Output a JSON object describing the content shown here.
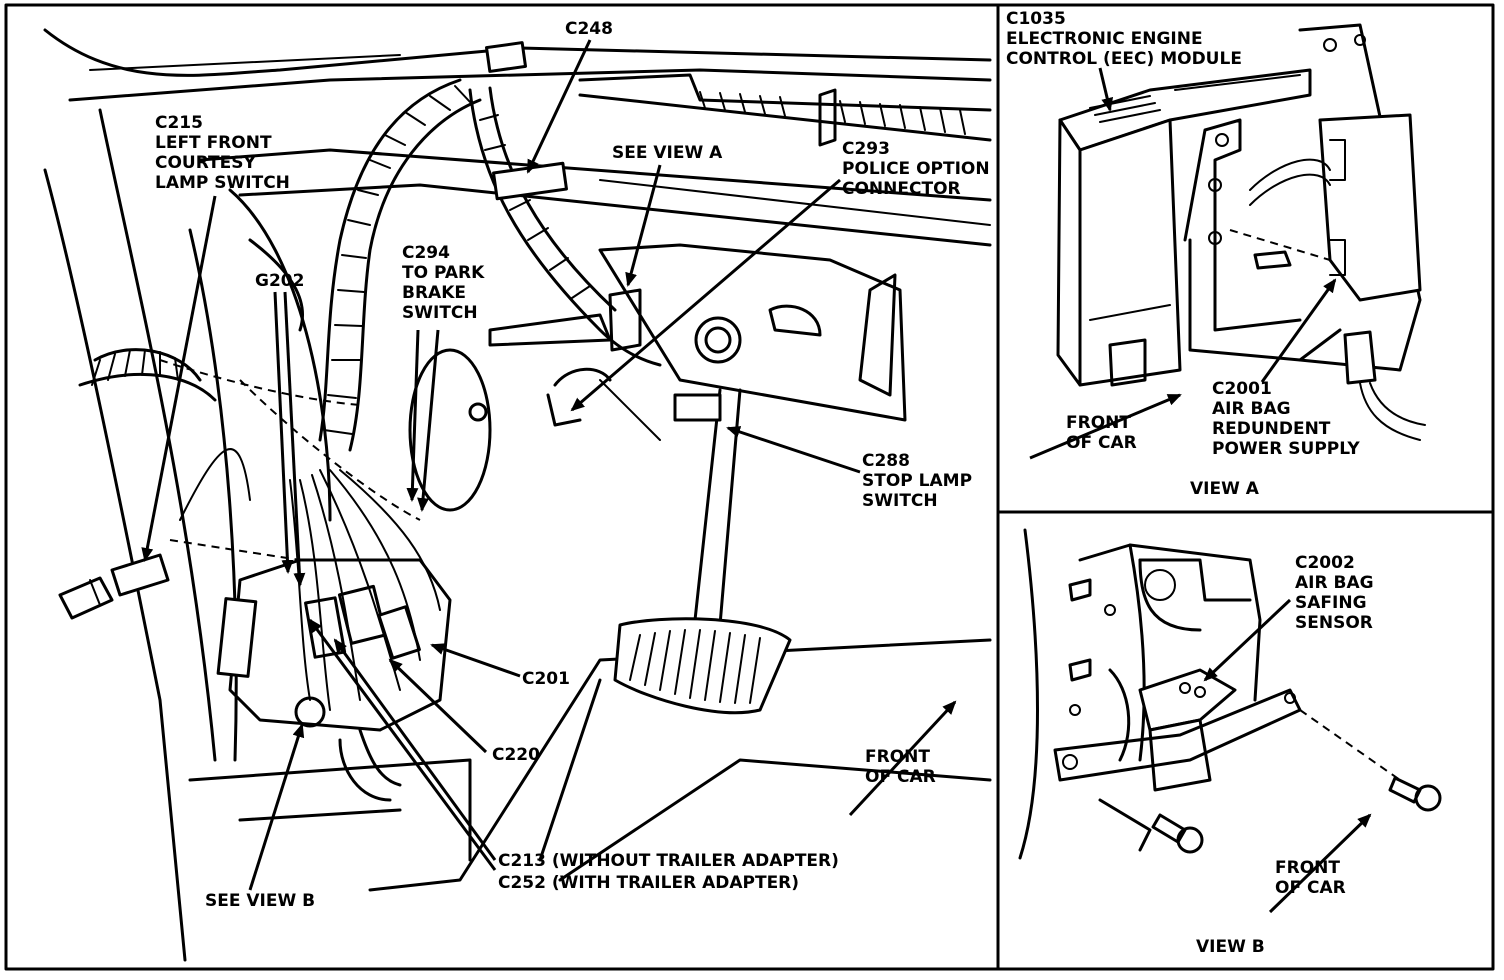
{
  "labels": {
    "c215": [
      "C215",
      "LEFT FRONT",
      "COURTESY",
      "LAMP SWITCH"
    ],
    "c248": "C248",
    "see_view_a": "SEE VIEW A",
    "c293": [
      "C293",
      "POLICE OPTION",
      "CONNECTOR"
    ],
    "c294": [
      "C294",
      "TO PARK",
      "BRAKE",
      "SWITCH"
    ],
    "g202": "G202",
    "c288": [
      "C288",
      "STOP LAMP",
      "SWITCH"
    ],
    "c201": "C201",
    "c220": "C220",
    "c213": "C213 (WITHOUT TRAILER ADAPTER)",
    "c252": "C252 (WITH TRAILER ADAPTER)",
    "see_view_b": "SEE VIEW B",
    "front_of_car_main": [
      "FRONT",
      "OF CAR"
    ]
  },
  "view_a": {
    "c1035": [
      "C1035",
      "ELECTRONIC ENGINE",
      "CONTROL (EEC) MODULE"
    ],
    "c2001": [
      "C2001",
      "AIR BAG",
      "REDUNDENT",
      "POWER SUPPLY"
    ],
    "front_of_car": [
      "FRONT",
      "OF CAR"
    ],
    "title": "VIEW A"
  },
  "view_b": {
    "c2002": [
      "C2002",
      "AIR BAG",
      "SAFING",
      "SENSOR"
    ],
    "front_of_car": [
      "FRONT",
      "OF CAR"
    ],
    "title": "VIEW B"
  }
}
